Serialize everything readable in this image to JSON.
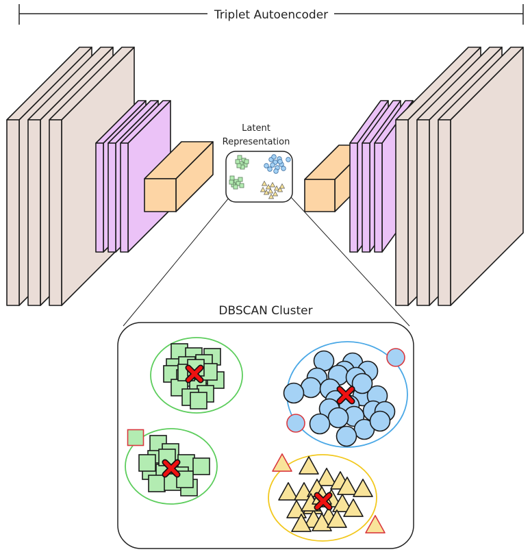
{
  "diagram": {
    "title": "Triplet Autoencoder",
    "latent_label_line1": "Latent",
    "latent_label_line2": "Representation",
    "cluster_title": "DBSCAN Cluster"
  },
  "colors": {
    "encoder_large": "#eaddd7",
    "encoder_mid": "#ebc2f7",
    "bottleneck": "#fdd5a5",
    "square_cluster": "#b3ecb2",
    "circle_cluster": "#a5d2f5",
    "triangle_cluster": "#f9e49a",
    "outlier_border": "#d9383e",
    "centroid": "#ee1111",
    "cluster_ring_green": "#5ccd5c",
    "cluster_ring_blue": "#4aa8e6",
    "cluster_ring_yellow": "#f2c81e"
  },
  "clusters": [
    {
      "name": "square-cluster-top",
      "shape": "square"
    },
    {
      "name": "square-cluster-bottom",
      "shape": "square"
    },
    {
      "name": "circle-cluster",
      "shape": "circle"
    },
    {
      "name": "triangle-cluster",
      "shape": "triangle"
    }
  ]
}
